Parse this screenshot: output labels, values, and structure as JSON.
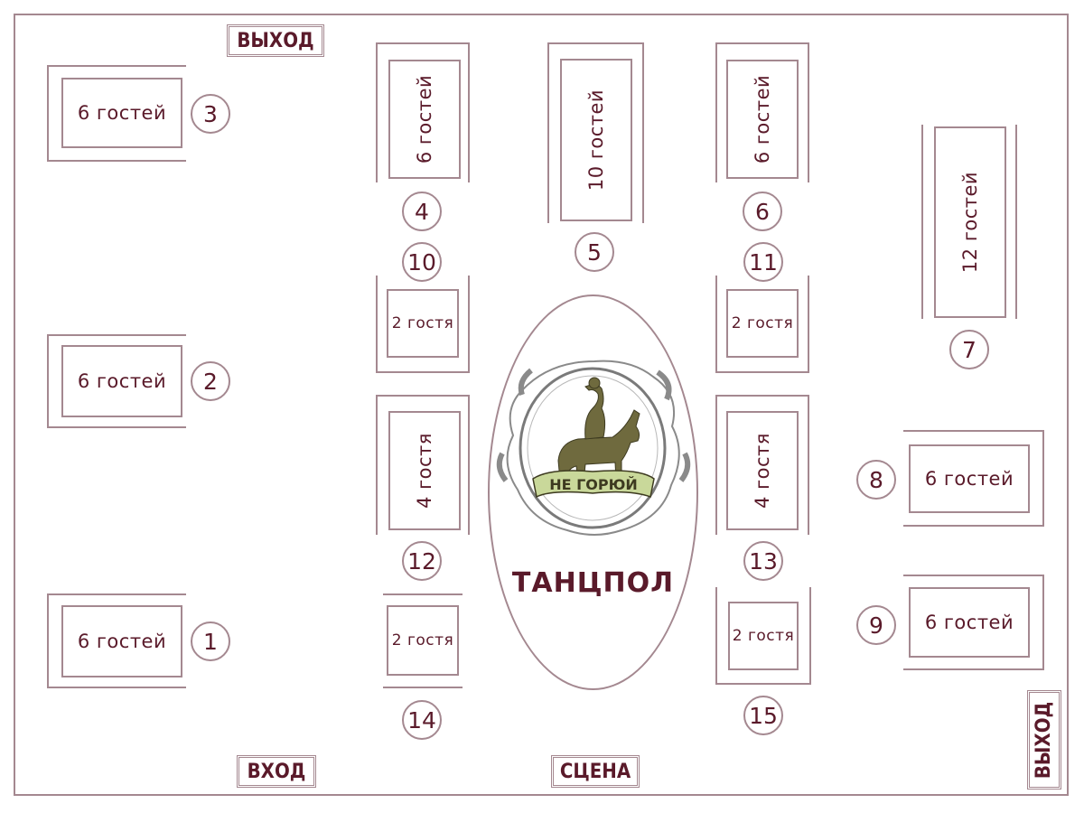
{
  "signs": {
    "exit_top": "ВЫХОД",
    "entrance": "ВХОД",
    "stage": "СЦЕНА",
    "exit_right": "ВЫХОД"
  },
  "dance_floor": {
    "label": "ТАНЦПОЛ"
  },
  "logo": {
    "text": "НЕ ГОРЮЙ"
  },
  "tables": [
    {
      "number": "1",
      "capacity": "6 гостей"
    },
    {
      "number": "2",
      "capacity": "6 гостей"
    },
    {
      "number": "3",
      "capacity": "6 гостей"
    },
    {
      "number": "4",
      "capacity": "6 гостей"
    },
    {
      "number": "5",
      "capacity": "10 гостей"
    },
    {
      "number": "6",
      "capacity": "6 гостей"
    },
    {
      "number": "7",
      "capacity": "12 гостей"
    },
    {
      "number": "8",
      "capacity": "6 гостей"
    },
    {
      "number": "9",
      "capacity": "6 гостей"
    },
    {
      "number": "10",
      "capacity": "2 гостя"
    },
    {
      "number": "11",
      "capacity": "2 гостя"
    },
    {
      "number": "12",
      "capacity": "4 гостя"
    },
    {
      "number": "13",
      "capacity": "4 гостя"
    },
    {
      "number": "14",
      "capacity": "2 гостя"
    },
    {
      "number": "15",
      "capacity": "2 гостя"
    }
  ],
  "colors": {
    "text": "#5a1a2a",
    "line": "#a48890",
    "logo_banner": "#c9d89a"
  }
}
